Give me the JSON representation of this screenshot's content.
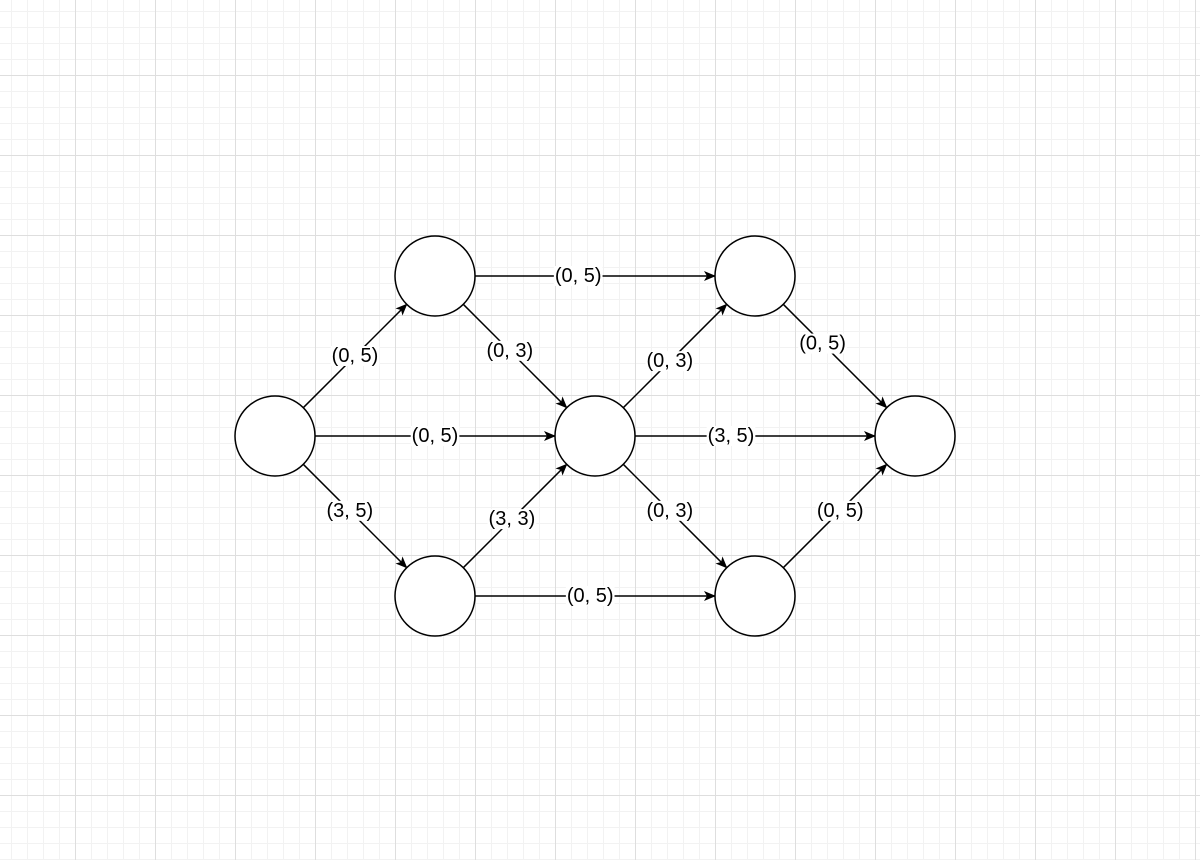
{
  "colors": {
    "stroke": "#000000",
    "node_fill": "#ffffff"
  },
  "nodes": [
    {
      "id": "n1"
    },
    {
      "id": "n2"
    },
    {
      "id": "n3"
    },
    {
      "id": "n4"
    },
    {
      "id": "n5"
    },
    {
      "id": "n6"
    },
    {
      "id": "n7"
    },
    {
      "id": "n8"
    }
  ],
  "edges": [
    {
      "from": "n1",
      "to": "n2",
      "label": "(0, 5)"
    },
    {
      "from": "n1",
      "to": "n3",
      "label": "(0, 5)"
    },
    {
      "from": "n1",
      "to": "n4",
      "label": "(3, 5)"
    },
    {
      "from": "n2",
      "to": "n5",
      "label": "(0, 5)"
    },
    {
      "from": "n2",
      "to": "n3",
      "label": "(0, 3)"
    },
    {
      "from": "n4",
      "to": "n3",
      "label": "(3, 3)"
    },
    {
      "from": "n4",
      "to": "n6",
      "label": "(0, 5)"
    },
    {
      "from": "n3",
      "to": "n5",
      "label": "(0, 3)"
    },
    {
      "from": "n3",
      "to": "n7",
      "label": "(3, 5)"
    },
    {
      "from": "n3",
      "to": "n6",
      "label": "(0, 3)"
    },
    {
      "from": "n5",
      "to": "n7",
      "label": "(0, 5)"
    },
    {
      "from": "n6",
      "to": "n7",
      "label": "(0, 5)"
    }
  ]
}
